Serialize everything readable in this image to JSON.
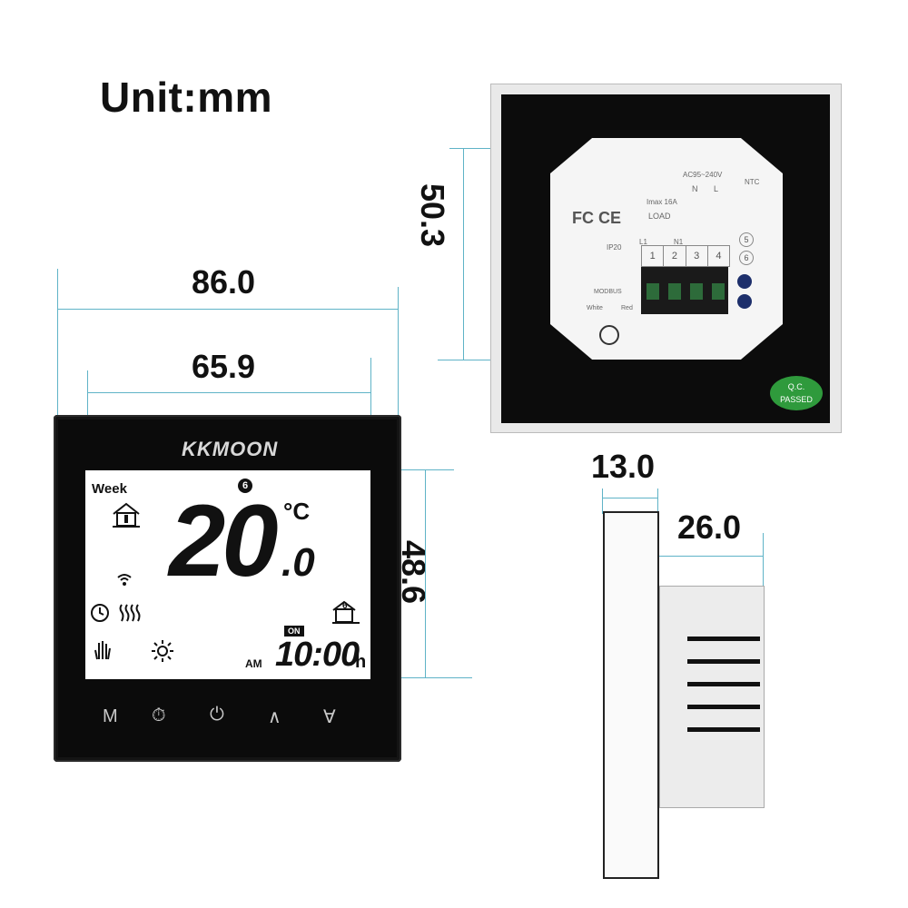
{
  "title": "Unit:mm",
  "dimensions": {
    "width_total": "86.0",
    "width_screen": "65.9",
    "height_screen": "48.6",
    "height_module": "50.3",
    "depth_front": "13.0",
    "depth_back": "26.0"
  },
  "front": {
    "brand": "KKMOON",
    "lcd": {
      "week_label": "Week",
      "day_badge": "6",
      "temperature": "20",
      "temperature_decimal": ".0",
      "temperature_unit": "°C",
      "time_period": "AM",
      "time": "10:00",
      "time_suffix": "h",
      "on_label": "ON",
      "program_badge": "6"
    },
    "buttons": [
      "M",
      "⏱",
      "⏻",
      "∧",
      "∀"
    ]
  },
  "back": {
    "voltage": "AC95~240V",
    "imax": "Imax 16A",
    "load": "LOAD",
    "ntc": "NTC",
    "terminals": [
      "1",
      "2",
      "3",
      "4"
    ],
    "terminal_right": [
      "5",
      "6"
    ],
    "labels_nl": [
      "N",
      "L"
    ],
    "l1n1": [
      "L1",
      "N1"
    ],
    "ip": "IP20",
    "modbus": "MODBUS",
    "modbus_wires": [
      "White",
      "Red"
    ],
    "qc_line1": "Q.C.",
    "qc_line2": "PASSED",
    "cert": "FC CE"
  },
  "colors": {
    "dimension_line": "#5fb3c7",
    "qc_badge": "#2f9a3c"
  }
}
